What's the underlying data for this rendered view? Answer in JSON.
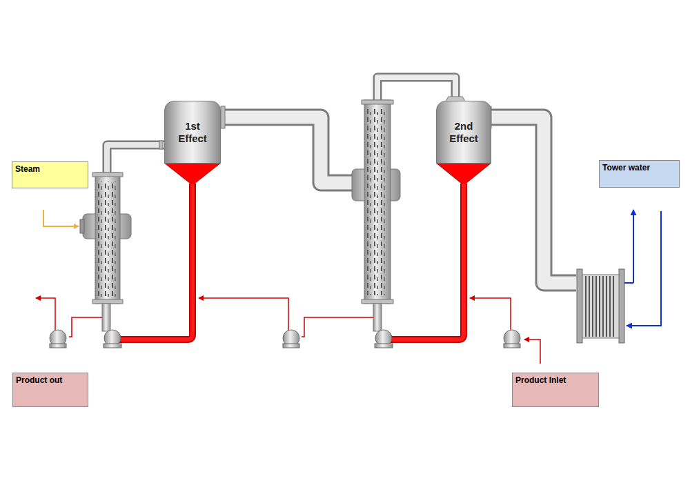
{
  "diagram": {
    "nodes": [
      {
        "text": [
          "1st Effect"
        ]
      },
      {
        "text": [
          "2nd Effect"
        ]
      },
      {
        "text": [
          "Steam"
        ]
      },
      {
        "text": [
          "Tower water"
        ]
      },
      {
        "text": [
          "Product out"
        ]
      },
      {
        "text": [
          "Product Inlet"
        ]
      }
    ]
  }
}
